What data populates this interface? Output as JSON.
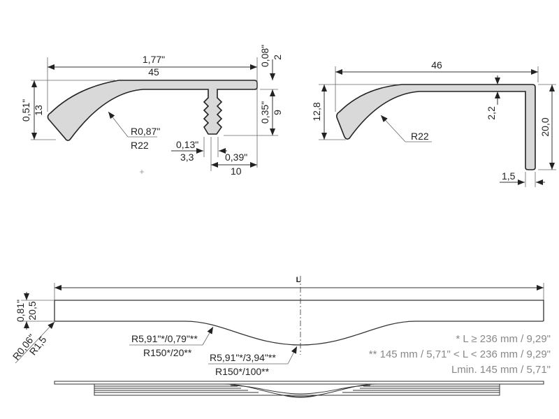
{
  "left_profile": {
    "width_in": "1,77\"",
    "width_mm": "45",
    "height_in": "0,51\"",
    "height_mm": "13",
    "top_in": "0,08\"",
    "top_mm": "2",
    "stem_in": "0,35\"",
    "stem_mm": "9",
    "radius_in": "R0,87\"",
    "radius_mm": "R22",
    "stem_w_in": "0,13\"",
    "stem_w_mm": "3,3",
    "offset_in": "0,39\"",
    "offset_mm": "10"
  },
  "right_profile": {
    "width_mm": "46",
    "height_mm": "12,8",
    "thickness_mm": "2,2",
    "leg_mm": "20,0",
    "leg_thickness_mm": "1,5",
    "radius_mm": "R22"
  },
  "bottom_view": {
    "length_label": "L",
    "height_in": "0,81\"",
    "height_mm": "20,5",
    "corner_in": "R0,06\"",
    "corner_mm": "R1,5",
    "radius1_in": "R5,91\"*/0,79\"**",
    "radius1_mm": "R150*/20**",
    "radius2_in": "R5,91\"*/3,94\"**",
    "radius2_mm": "R150*/100**"
  },
  "notes": [
    "* L ≥ 236 mm / 9,29\"",
    "** 145 mm / 5,71\" < L < 236 mm / 9,29\"",
    "Lmin. 145 mm / 5,71\""
  ]
}
